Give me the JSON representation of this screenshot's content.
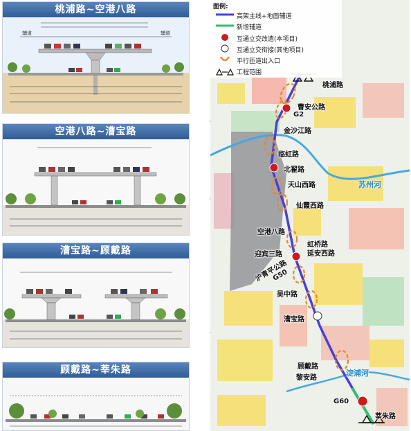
{
  "panels": [
    {
      "title": "桃浦路~空港八路",
      "side_left": "辅道",
      "side_right": "辅道"
    },
    {
      "title": "空港八路~漕宝路"
    },
    {
      "title": "漕宝路~顾戴路"
    },
    {
      "title": "顾戴路~莘朱路"
    }
  ],
  "legend": {
    "heading": "图例:",
    "items": [
      {
        "label": "高架主线+地面辅道",
        "symbol": "blue-line-icon"
      },
      {
        "label": "新增辅道",
        "symbol": "green-line-icon"
      },
      {
        "label": "互通立交改造(本项目)",
        "symbol": "red-circle-icon"
      },
      {
        "label": "互通立交衔接(其他项目)",
        "symbol": "white-circle-icon"
      },
      {
        "label": "平行匝道出入口",
        "symbol": "orange-bracket-icon"
      },
      {
        "label": "工程范围",
        "symbol": "triangle-range-icon"
      }
    ]
  },
  "map_labels": {
    "taopu": "桃浦路",
    "caoan": "曹安公路",
    "g2": "G2",
    "jinshajiang": "金沙江路",
    "linhong": "临虹路",
    "beizhai": "北翟路",
    "tianshanxi": "天山西路",
    "xianxiaxi": "仙霞西路",
    "suzhouhe": "苏州河",
    "konggang8": "空港八路",
    "hongqiao": "虹桥路",
    "yananxi": "延安西路",
    "yingbin3": "迎宾三路",
    "hqp": "沪青平公路",
    "g50": "G50",
    "wuzhong": "吴中路",
    "caobao": "漕宝路",
    "gudai": "顾戴路",
    "lixin": "黎安路",
    "dianpuhe": "淀浦河",
    "g60": "G60",
    "xinzhu": "莘朱路"
  },
  "colors": {
    "main_line": "#4a3fdb",
    "new_road": "#2fbf71",
    "interchange": "#cc1a1a",
    "bracket": "#e28a2a",
    "river": "#44a9e0"
  }
}
